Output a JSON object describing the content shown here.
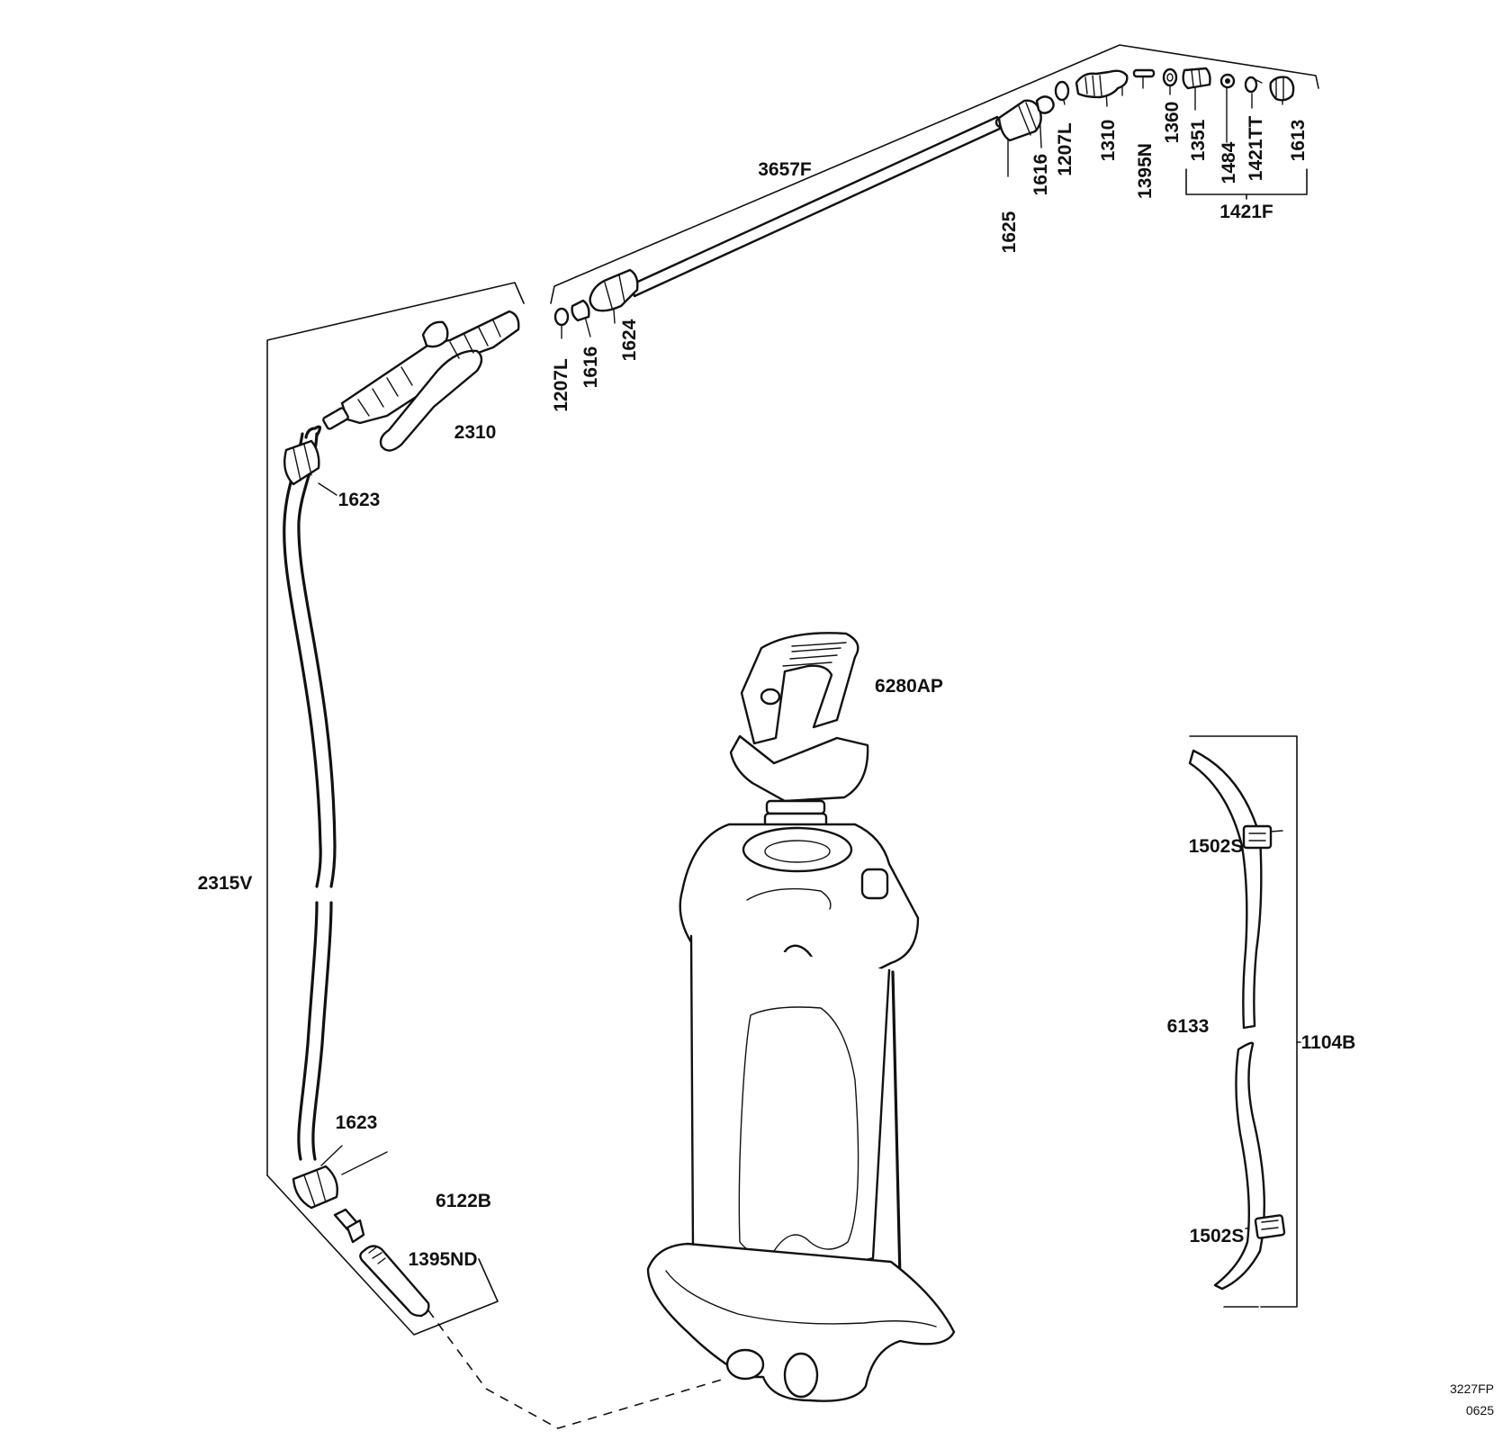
{
  "labels": {
    "lance": "3657F",
    "nut_top": "1625",
    "adapter_top": "1616",
    "oring_top": "1207L",
    "elbow": "1310",
    "nozzle_pin": "1395N",
    "washer": "1360",
    "nozzle_body": "1351",
    "filter": "1484",
    "tip": "1421TT",
    "nozzle_cap": "1613",
    "nozzle_assembly": "1421F",
    "oring_bottom": "1207L",
    "adapter_bottom": "1616",
    "nut_bottom": "1624",
    "handle_valve": "2310",
    "hose_nut_top": "1623",
    "hose": "2315V",
    "hose_nut_bottom": "1623",
    "filter_kit": "6122B",
    "filter_part": "1395ND",
    "pump": "6280AP",
    "strap_clip_top": "1502S",
    "strap": "6133",
    "strap_kit": "1104B",
    "strap_clip_bottom": "1502S"
  },
  "doc_ref": {
    "code": "3227FP",
    "date": "0625"
  }
}
